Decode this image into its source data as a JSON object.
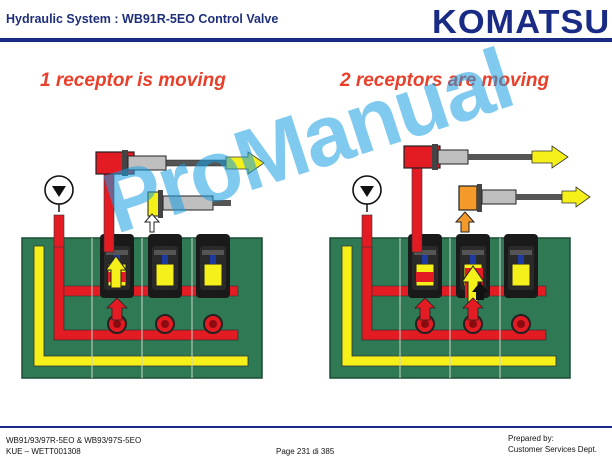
{
  "header": {
    "title": "Hydraulic System : WB91R-5EO Control Valve",
    "logo_text": "KOMATSU"
  },
  "panels": {
    "left": {
      "heading": "1 receptor is moving"
    },
    "right": {
      "heading": "2 receptors are moving"
    }
  },
  "watermark": "ProManual",
  "footer": {
    "models": "WB91/93/97R-5EO & WB93/97S-5EO",
    "code": "KUE – WETT001308",
    "page": "Page 231 di 385",
    "prepared_label": "Prepared by:",
    "prepared_by": "Customer Services Dept."
  },
  "colors": {
    "brand": "#1a2b86",
    "heading": "#e8402a",
    "valve_body": "#2f7a55",
    "pressure": "#e31b23",
    "return": "#f5ef1a",
    "pilot": "#f39a2b",
    "watermark": "#1a9ee3"
  },
  "icons": {
    "pump": "pump-icon",
    "cylinder": "cylinder-icon",
    "spool": "spool-icon",
    "arrow": "flow-arrow-icon"
  }
}
